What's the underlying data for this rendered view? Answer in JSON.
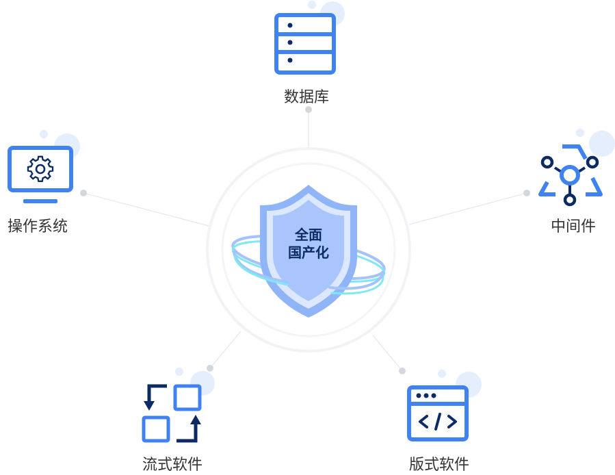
{
  "center": {
    "line1": "全面",
    "line2": "国产化"
  },
  "nodes": {
    "database": {
      "label": "数据库",
      "icon": "database-server-icon"
    },
    "os": {
      "label": "操作系统",
      "icon": "monitor-gear-icon"
    },
    "middleware": {
      "label": "中间件",
      "icon": "network-nodes-icon"
    },
    "workflow": {
      "label": "流式软件",
      "icon": "flow-arrows-icon"
    },
    "layout": {
      "label": "版式软件",
      "icon": "code-window-icon"
    }
  },
  "colors": {
    "primary": "#3f82f0",
    "dark": "#0c2a63",
    "light": "#d6e5fc",
    "shield": "#a5c3fb",
    "glow": "#7ee8f5",
    "line": "#e4e7ec",
    "dot": "#d4d8de"
  }
}
